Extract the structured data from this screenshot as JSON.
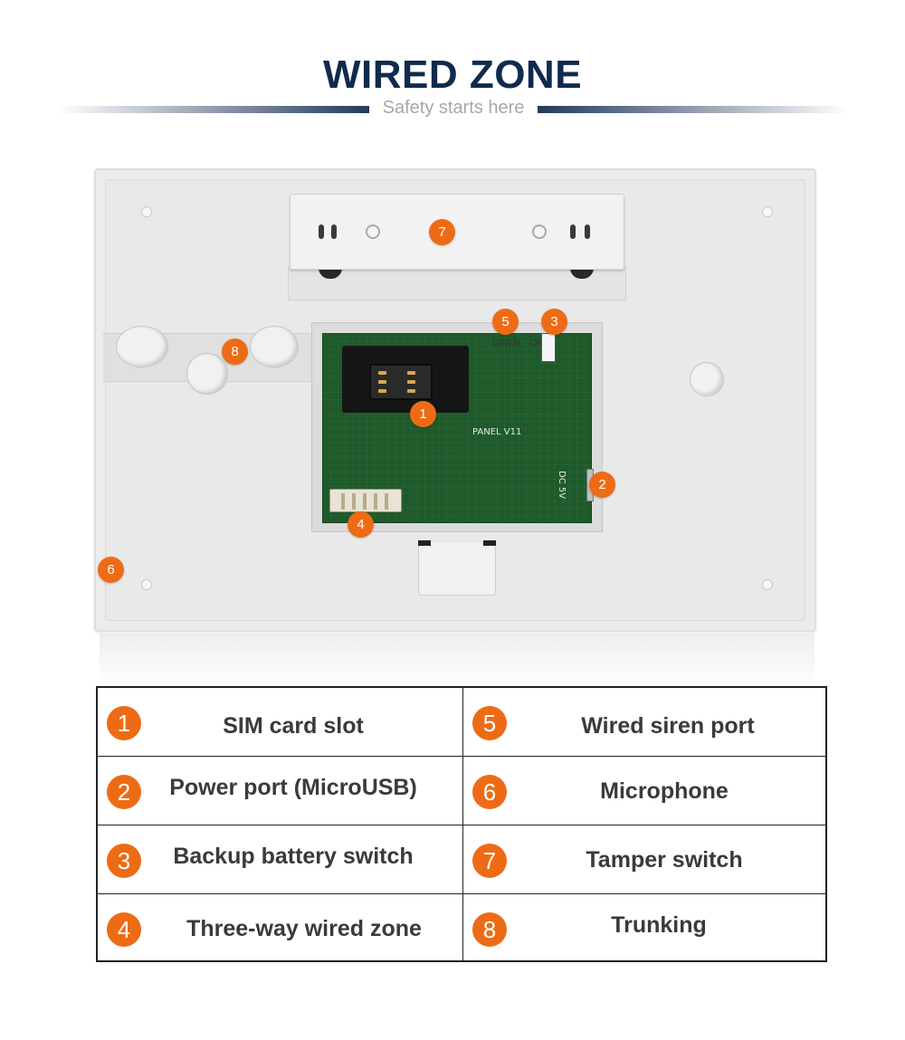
{
  "header": {
    "title": "WIRED ZONE",
    "subtitle": "Safety starts here"
  },
  "device": {
    "board_label": "PANEL V11",
    "siren_label": "SIREN",
    "on_label": "ON",
    "power_label": "DC 5V",
    "markers": [
      "1",
      "2",
      "3",
      "4",
      "5",
      "6",
      "7",
      "8"
    ]
  },
  "legend": {
    "items": [
      {
        "number": "1",
        "label": "SIM card slot"
      },
      {
        "number": "2",
        "label": "Power port (MicroUSB)"
      },
      {
        "number": "3",
        "label": "Backup battery switch"
      },
      {
        "number": "4",
        "label": "Three-way wired zone"
      },
      {
        "number": "5",
        "label": "Wired siren port"
      },
      {
        "number": "6",
        "label": "Microphone"
      },
      {
        "number": "7",
        "label": "Tamper switch"
      },
      {
        "number": "8",
        "label": "Trunking"
      }
    ]
  },
  "colors": {
    "accent": "#ee6b15",
    "title": "#102a4e",
    "pcb": "#1e5a2a"
  }
}
